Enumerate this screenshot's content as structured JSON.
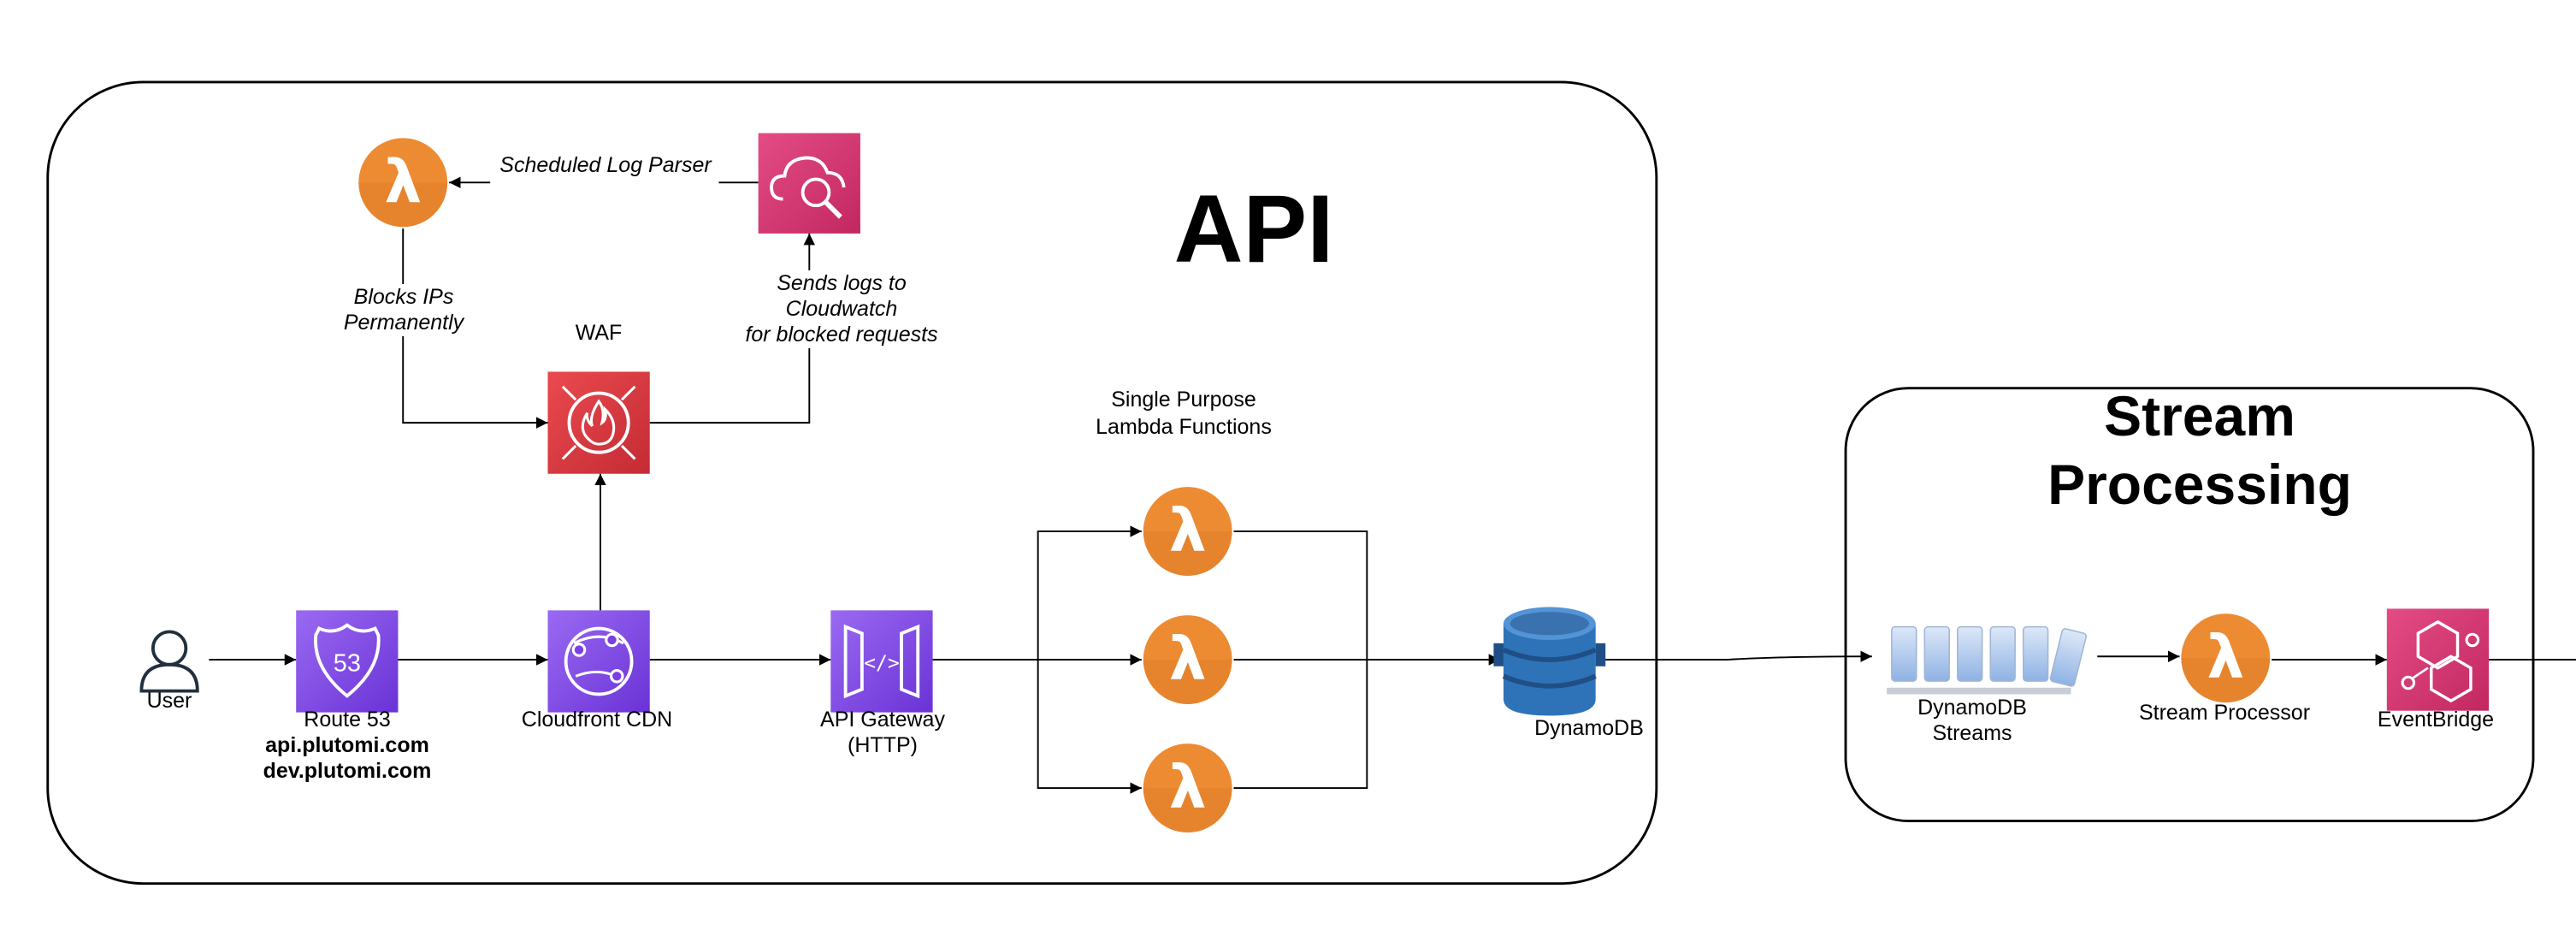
{
  "groups": {
    "api": {
      "title": "API"
    },
    "stream": {
      "title_line1": "Stream",
      "title_line2": "Processing"
    }
  },
  "nodes": {
    "user": {
      "label": "User",
      "icon": "user-icon"
    },
    "route53": {
      "label": "Route 53",
      "icon": "route53-icon",
      "domains": [
        "api.plutomi.com",
        "dev.plutomi.com"
      ]
    },
    "cloudfront": {
      "label": "Cloudfront CDN",
      "icon": "cloudfront-icon"
    },
    "waf": {
      "label": "WAF",
      "icon": "waf-icon"
    },
    "log_parser_lambda": {
      "icon": "lambda-icon"
    },
    "cloudwatch": {
      "icon": "cloudwatch-logs-icon"
    },
    "api_gateway": {
      "label_line1": "API Gateway",
      "label_line2": "(HTTP)",
      "icon": "api-gateway-icon"
    },
    "lambdas": {
      "label_line1": "Single Purpose",
      "label_line2": "Lambda Functions",
      "icon": "lambda-icon"
    },
    "dynamodb": {
      "label": "DynamoDB",
      "icon": "dynamodb-icon"
    },
    "streams": {
      "label_line1": "DynamoDB",
      "label_line2": "Streams",
      "icon": "dynamodb-streams-icon"
    },
    "stream_processor": {
      "label": "Stream Processor",
      "icon": "lambda-icon"
    },
    "eventbridge": {
      "label": "EventBridge",
      "icon": "eventbridge-icon"
    }
  },
  "edges": {
    "scheduled_log_parser": "Scheduled Log Parser",
    "blocks_ips": [
      "Blocks IPs",
      "Permanently"
    ],
    "sends_logs": [
      "Sends logs to",
      "Cloudwatch",
      "for blocked requests"
    ]
  },
  "colors": {
    "lambda": "#ED8B33",
    "lambda_dark": "#C76E1F",
    "purple": "#7B3FE4",
    "purple_light": "#9A6AF2",
    "waf_red": "#DD3440",
    "pink": "#D6336F",
    "dynamo_blue": "#2E73B8",
    "dynamo_dark": "#1F4F86",
    "stream_blue": "#A7C4EE"
  }
}
